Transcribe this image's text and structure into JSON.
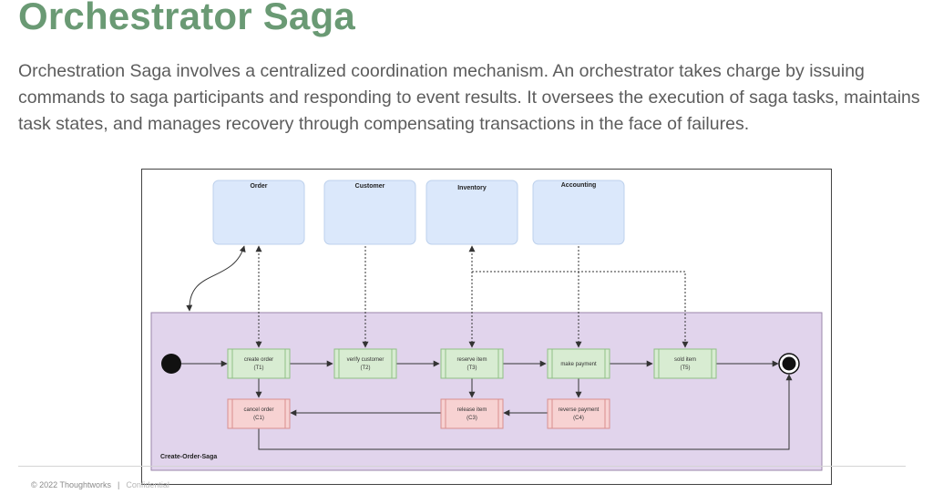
{
  "slide": {
    "title": "Orchestrator Saga",
    "body": "Orchestration Saga involves a centralized coordination mechanism. An orchestrator takes charge by issuing commands to saga participants and responding to event results. It oversees the execution of saga tasks, maintains task states, and manages recovery through compensating transactions in the face of failures."
  },
  "diagram": {
    "services": [
      "Order",
      "Customer",
      "Inventory",
      "Accounting"
    ],
    "saga_label": "Create-Order-Saga",
    "steps": [
      {
        "name": "create order",
        "code": "(T1)"
      },
      {
        "name": "verify customer",
        "code": "(T2)"
      },
      {
        "name": "reserve item",
        "code": "(T3)"
      },
      {
        "name": "make payment",
        "code": ""
      },
      {
        "name": "sold item",
        "code": "(T5)"
      }
    ],
    "compensations": [
      {
        "name": "cancel order",
        "code": "(C1)"
      },
      {
        "name": "release item",
        "code": "(C3)"
      },
      {
        "name": "reverse payment",
        "code": "(C4)"
      }
    ]
  },
  "footer": {
    "copyright": "© 2022 Thoughtworks",
    "separator": "|",
    "confidential": "Confidential"
  }
}
